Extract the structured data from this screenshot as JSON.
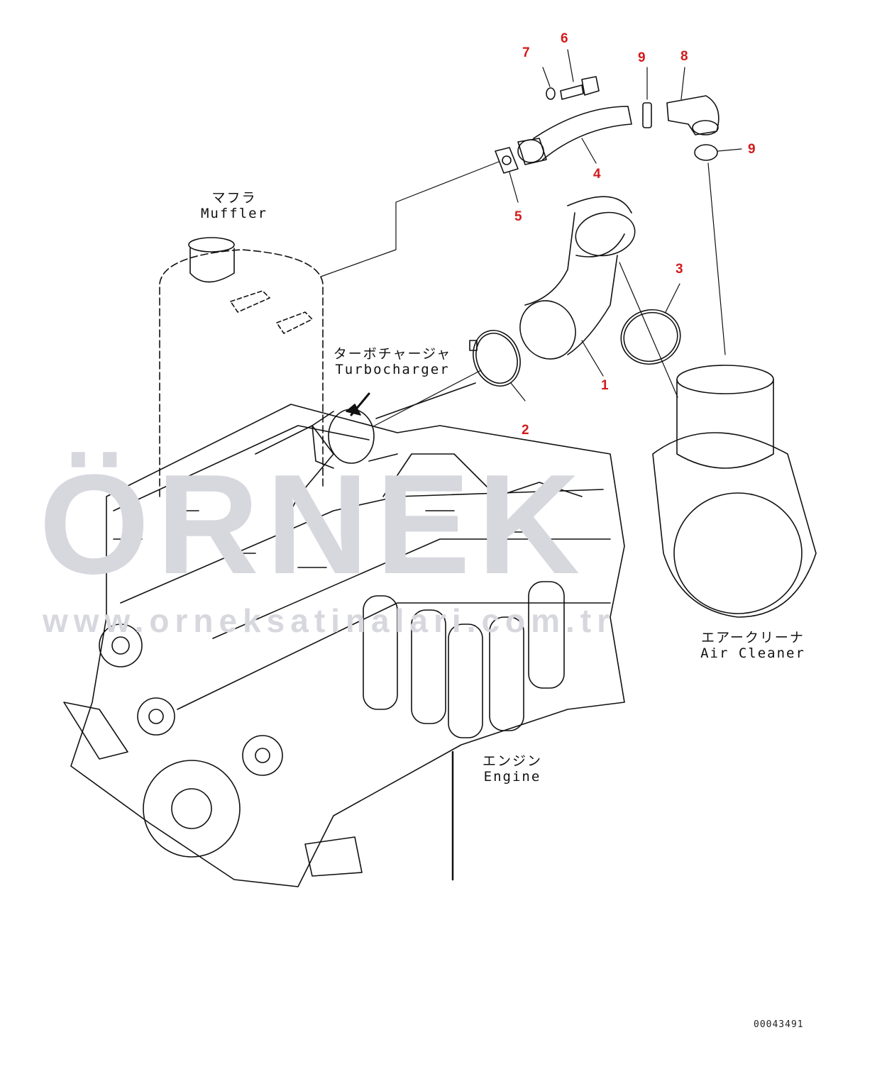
{
  "watermark": {
    "brand": "ÖRNEK",
    "url": "www.orneksatinalari.com.tr",
    "brand_color": "#d7d7de",
    "accent": "#f5d27a"
  },
  "labels": {
    "muffler_jp": "マフラ",
    "muffler_en": "Muffler",
    "turbo_jp": "ターボチャージャ",
    "turbo_en": "Turbocharger",
    "aircleaner_jp": "エアークリーナ",
    "aircleaner_en": "Air Cleaner",
    "engine_jp": "エンジン",
    "engine_en": "Engine"
  },
  "callouts": [
    "1",
    "2",
    "3",
    "4",
    "5",
    "6",
    "7",
    "8",
    "9",
    "9"
  ],
  "document_number": "00043491",
  "colors": {
    "callout": "#d21a1a",
    "line": "#111111"
  }
}
